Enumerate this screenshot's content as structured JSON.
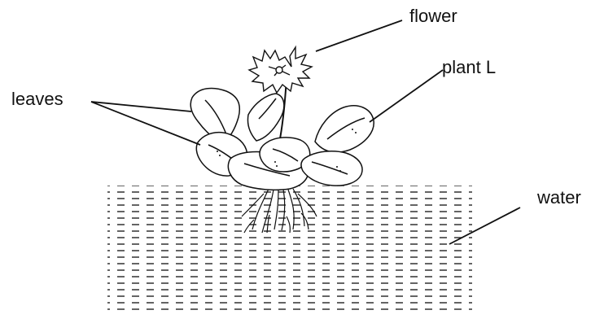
{
  "labels": {
    "flower": "flower",
    "plant": "plant L",
    "leaves": "leaves",
    "water": "water"
  },
  "colors": {
    "ink": "#111111",
    "background": "#ffffff"
  }
}
